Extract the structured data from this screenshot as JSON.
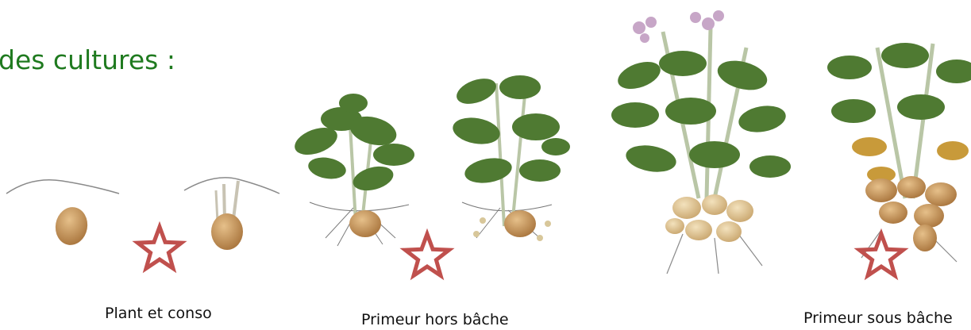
{
  "title": "des cultures :",
  "captions": {
    "stage1": "Plant et conso",
    "stage2": "Primeur hors bâche",
    "stage3": "Primeur sous bâche"
  },
  "colors": {
    "title": "#1f7a1f",
    "star": "#c0504d",
    "leaf": "#4f7a32",
    "tuber": "#c9995a",
    "stem": "#b9c6a6",
    "flower": "#c7a6c7"
  }
}
